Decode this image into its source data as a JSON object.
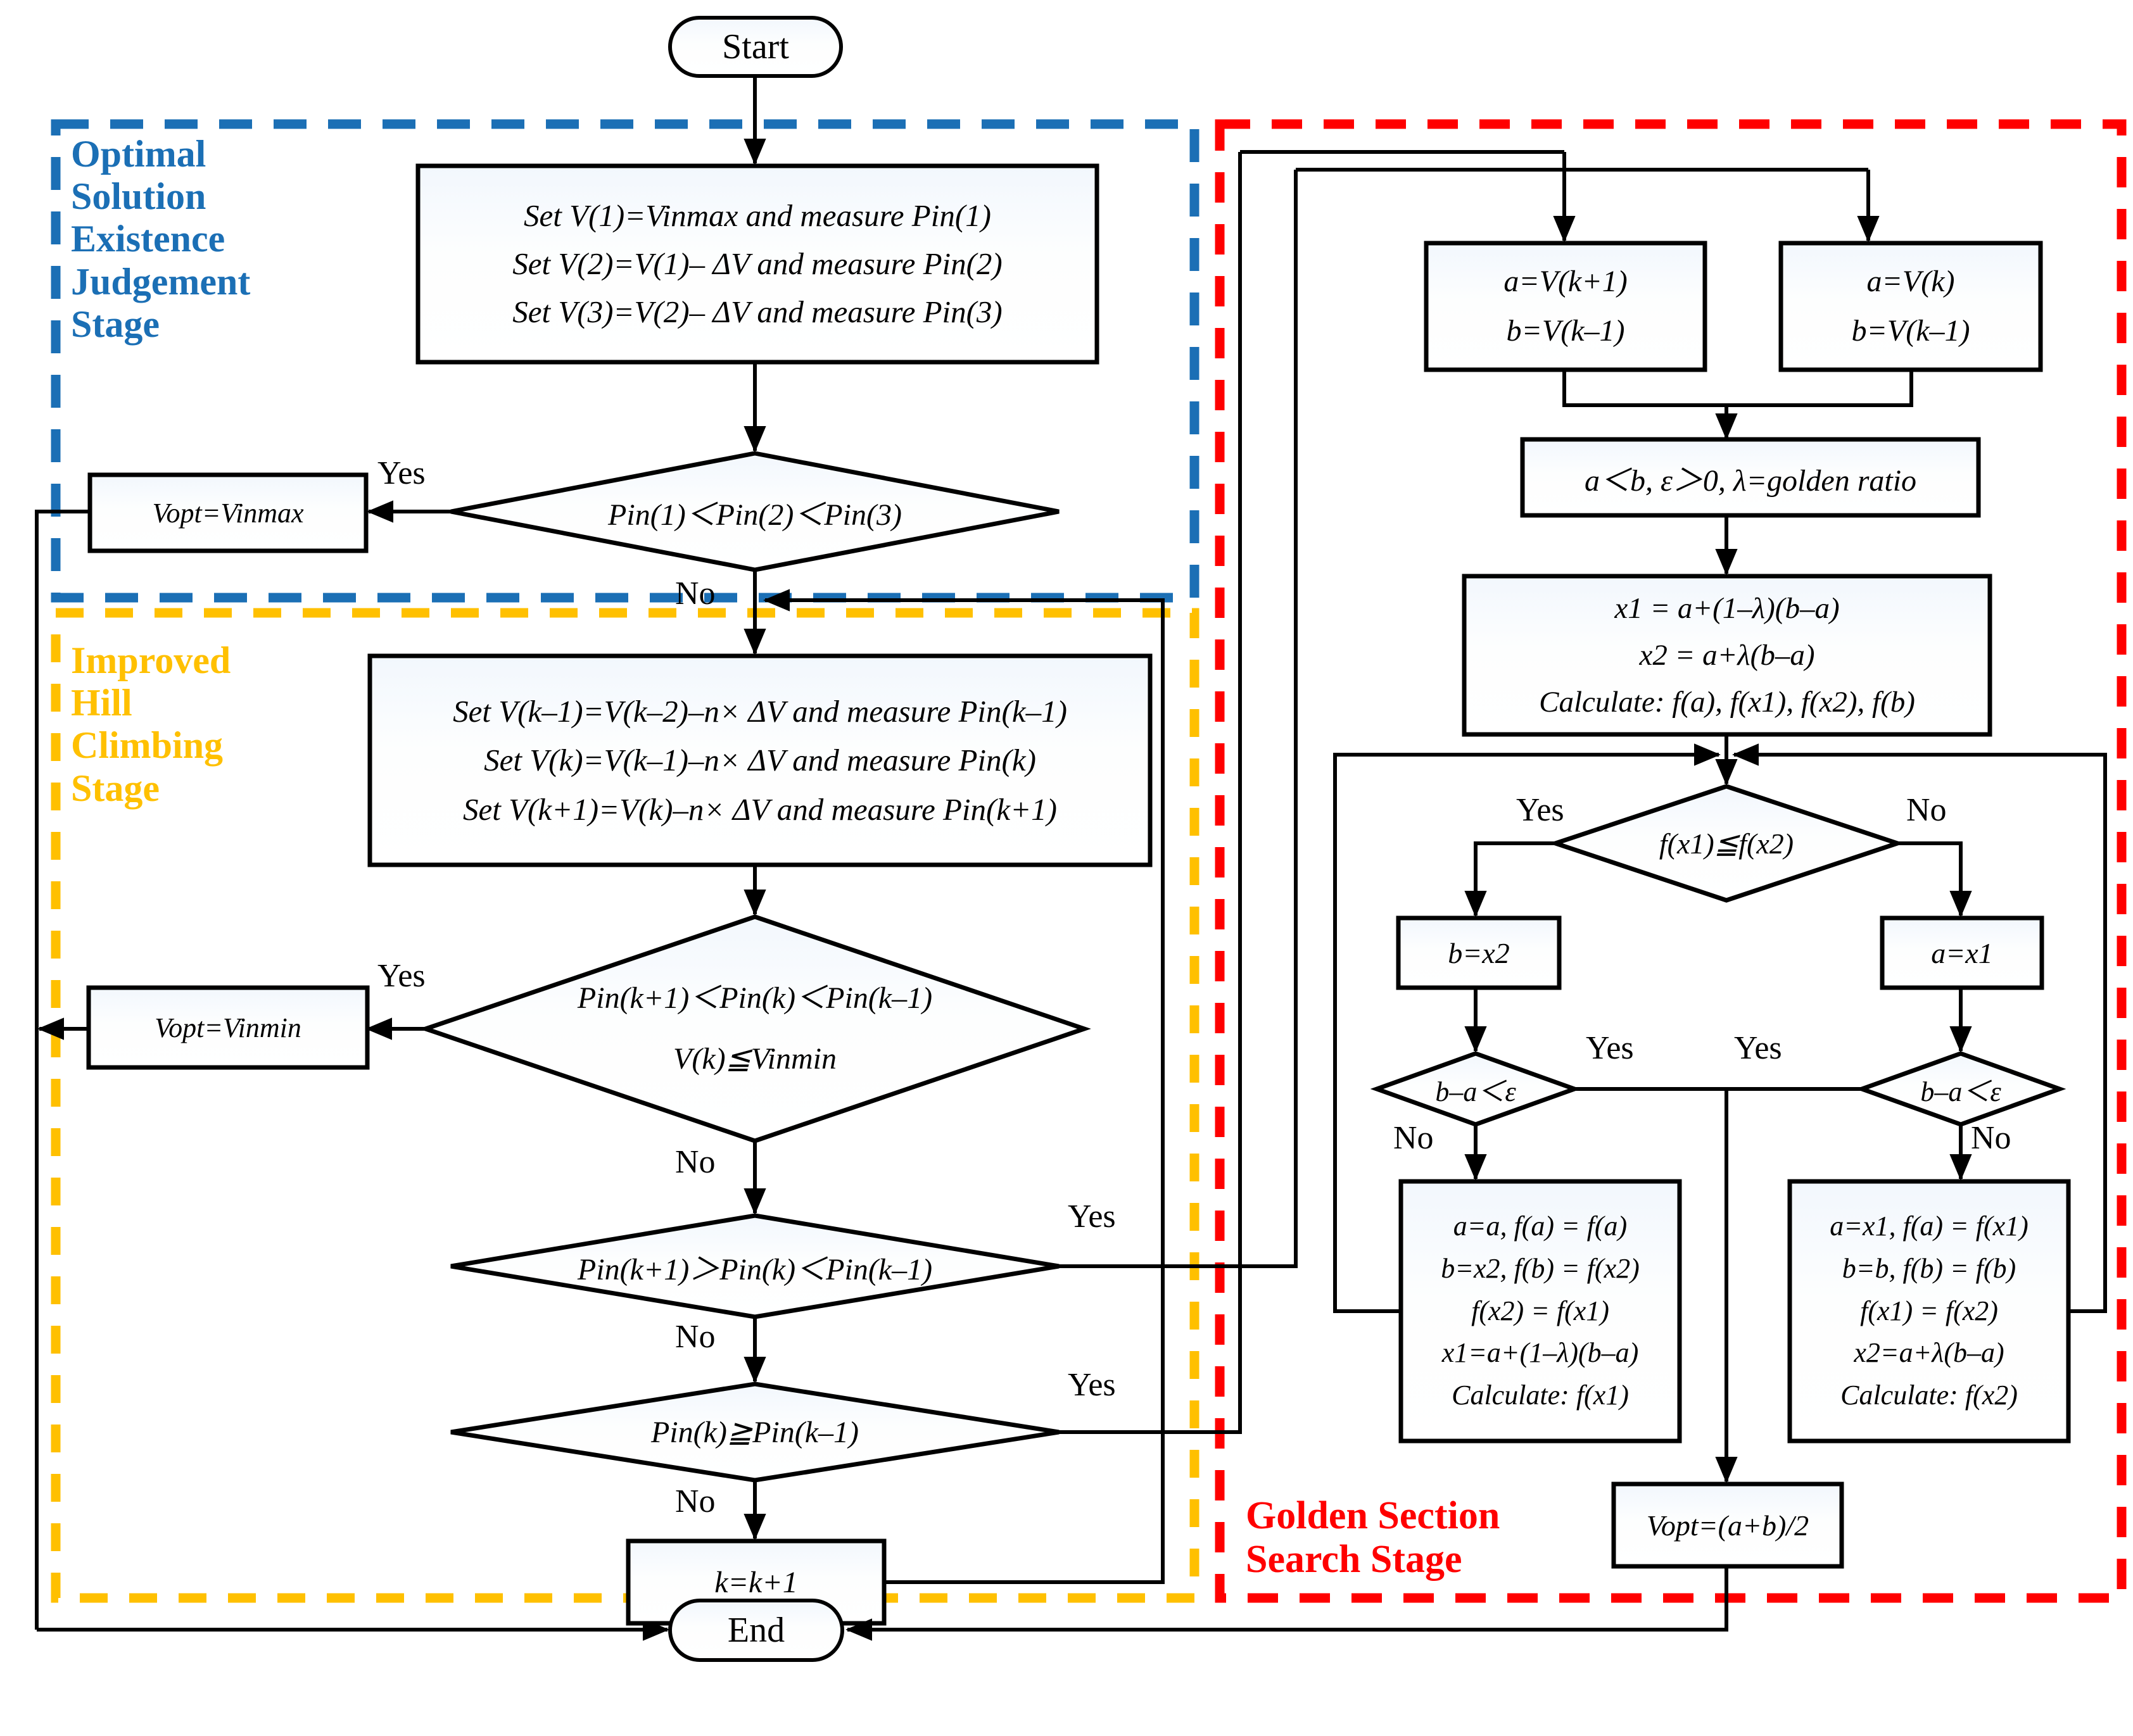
{
  "title": "MPPT algorithm flowchart",
  "stages": [
    {
      "id": "optimal-solution-existence-judgement-stage",
      "label": "Optimal\nSolution\nExistence\nJudgement\nStage",
      "color": "#1b6fb5"
    },
    {
      "id": "improved-hill-climbing-stage",
      "label": "Improved\nHill\nClimbing\nStage",
      "color": "#ffc000"
    },
    {
      "id": "golden-section-search-stage",
      "label": "Golden Section\nSearch Stage",
      "color": "#ff0000"
    }
  ],
  "nodes": {
    "start": {
      "text": "Start"
    },
    "end": {
      "text": "End"
    },
    "init_measure": {
      "lines": [
        "Set V(1)=Vinmax and measure Pin(1)",
        "Set V(2)=V(1)– ΔV and measure Pin(2)",
        "Set V(3)=V(2)– ΔV and measure Pin(3)"
      ]
    },
    "dec_pin123": {
      "lines": [
        "Pin(1)＜Pin(2)＜Pin(3)"
      ]
    },
    "vopt_vinmax": {
      "lines": [
        "Vopt=Vinmax"
      ]
    },
    "hill_measure": {
      "lines": [
        "Set V(k–1)=V(k–2)–n× ΔV and measure Pin(k–1)",
        "Set V(k)=V(k–1)–n× ΔV and measure Pin(k)",
        "Set V(k+1)=V(k)–n× ΔV and measure Pin(k+1)"
      ]
    },
    "dec_hill1": {
      "lines": [
        "Pin(k+1)＜Pin(k)＜Pin(k–1)",
        "V(k)≦Vinmin"
      ]
    },
    "vopt_vinmin": {
      "lines": [
        "Vopt=Vinmin"
      ]
    },
    "dec_hill2": {
      "lines": [
        "Pin(k+1)＞Pin(k)＜Pin(k–1)"
      ]
    },
    "dec_hill3": {
      "lines": [
        "Pin(k)≧Pin(k–1)"
      ]
    },
    "k_inc": {
      "lines": [
        "k=k+1"
      ]
    },
    "gs_ab_left": {
      "lines": [
        "a=V(k+1)",
        "b=V(k–1)"
      ]
    },
    "gs_ab_right": {
      "lines": [
        "a=V(k)",
        "b=V(k–1)"
      ]
    },
    "gs_params": {
      "lines": [
        "a＜b, ε＞0, λ=golden ratio"
      ]
    },
    "gs_x12": {
      "lines": [
        "x1 = a+(1–λ)(b–a)",
        "x2 = a+λ(b–a)",
        "Calculate: f(a), f(x1), f(x2), f(b)"
      ]
    },
    "gs_dec_f": {
      "lines": [
        "f(x1)≦f(x2)"
      ]
    },
    "gs_b_eq_x2": {
      "lines": [
        "b=x2"
      ]
    },
    "gs_a_eq_x1": {
      "lines": [
        "a=x1"
      ]
    },
    "gs_dec_eps_left": {
      "lines": [
        "b–a＜ε"
      ]
    },
    "gs_dec_eps_right": {
      "lines": [
        "b–a＜ε"
      ]
    },
    "gs_update_left": {
      "lines": [
        "a=a, f(a) = f(a)",
        "b=x2, f(b) = f(x2)",
        "f(x2) = f(x1)",
        "x1=a+(1–λ)(b–a)",
        "Calculate: f(x1)"
      ]
    },
    "gs_update_right": {
      "lines": [
        "a=x1, f(a) = f(x1)",
        "b=b, f(b) = f(b)",
        "f(x1) = f(x2)",
        "x2=a+λ(b–a)",
        "Calculate: f(x2)"
      ]
    },
    "gs_vopt": {
      "lines": [
        "Vopt=(a+b)/2"
      ]
    }
  },
  "edge_labels": {
    "yes1": "Yes",
    "no1": "No",
    "yes2": "Yes",
    "no2": "No",
    "yes3": "Yes",
    "no3": "No",
    "yes4": "Yes",
    "no4": "No",
    "gs_yes": "Yes",
    "gs_no": "No",
    "eps_left_yes": "Yes",
    "eps_left_no": "No",
    "eps_right_yes": "Yes",
    "eps_right_no": "No"
  },
  "colors": {
    "blue": "#1b6fb5",
    "yellow": "#ffc000",
    "red": "#ff0000",
    "stroke": "#000000"
  }
}
